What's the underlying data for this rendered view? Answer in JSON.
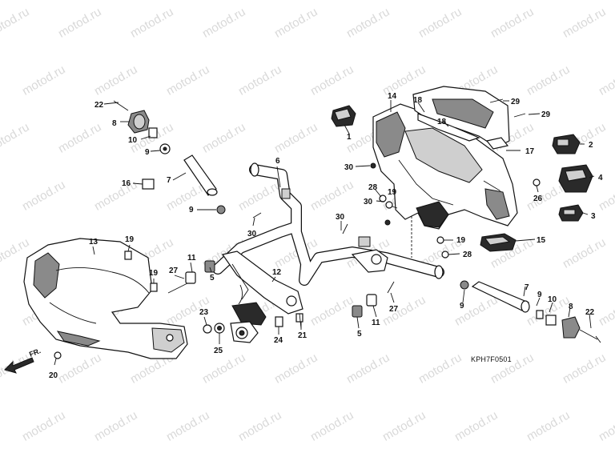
{
  "watermark": "motod.ru",
  "diagram_code": "KPH7F0501",
  "direction_label": "FR.",
  "callouts": [
    {
      "id": "c1",
      "label": "1"
    },
    {
      "id": "c2",
      "label": "2"
    },
    {
      "id": "c3",
      "label": "3"
    },
    {
      "id": "c4",
      "label": "4"
    },
    {
      "id": "c5a",
      "label": "5"
    },
    {
      "id": "c5b",
      "label": "5"
    },
    {
      "id": "c6",
      "label": "6"
    },
    {
      "id": "c7a",
      "label": "7"
    },
    {
      "id": "c7b",
      "label": "7"
    },
    {
      "id": "c8a",
      "label": "8"
    },
    {
      "id": "c8b",
      "label": "8"
    },
    {
      "id": "c9a",
      "label": "9"
    },
    {
      "id": "c9b",
      "label": "9"
    },
    {
      "id": "c9c",
      "label": "9"
    },
    {
      "id": "c9d",
      "label": "9"
    },
    {
      "id": "c10a",
      "label": "10"
    },
    {
      "id": "c10b",
      "label": "10"
    },
    {
      "id": "c11a",
      "label": "11"
    },
    {
      "id": "c11b",
      "label": "11"
    },
    {
      "id": "c12",
      "label": "12"
    },
    {
      "id": "c13",
      "label": "13"
    },
    {
      "id": "c14",
      "label": "14"
    },
    {
      "id": "c15",
      "label": "15"
    },
    {
      "id": "c16",
      "label": "16"
    },
    {
      "id": "c17",
      "label": "17"
    },
    {
      "id": "c18a",
      "label": "18"
    },
    {
      "id": "c18b",
      "label": "18"
    },
    {
      "id": "c19a",
      "label": "19"
    },
    {
      "id": "c19b",
      "label": "19"
    },
    {
      "id": "c19c",
      "label": "19"
    },
    {
      "id": "c19d",
      "label": "19"
    },
    {
      "id": "c20",
      "label": "20"
    },
    {
      "id": "c21",
      "label": "21"
    },
    {
      "id": "c22a",
      "label": "22"
    },
    {
      "id": "c22b",
      "label": "22"
    },
    {
      "id": "c23",
      "label": "23"
    },
    {
      "id": "c24",
      "label": "24"
    },
    {
      "id": "c25",
      "label": "25"
    },
    {
      "id": "c26",
      "label": "26"
    },
    {
      "id": "c27a",
      "label": "27"
    },
    {
      "id": "c27b",
      "label": "27"
    },
    {
      "id": "c28a",
      "label": "28"
    },
    {
      "id": "c28b",
      "label": "28"
    },
    {
      "id": "c29a",
      "label": "29"
    },
    {
      "id": "c29b",
      "label": "29"
    },
    {
      "id": "c30a",
      "label": "30"
    },
    {
      "id": "c30b",
      "label": "30"
    },
    {
      "id": "c30c",
      "label": "30"
    },
    {
      "id": "c30d",
      "label": "30"
    }
  ]
}
